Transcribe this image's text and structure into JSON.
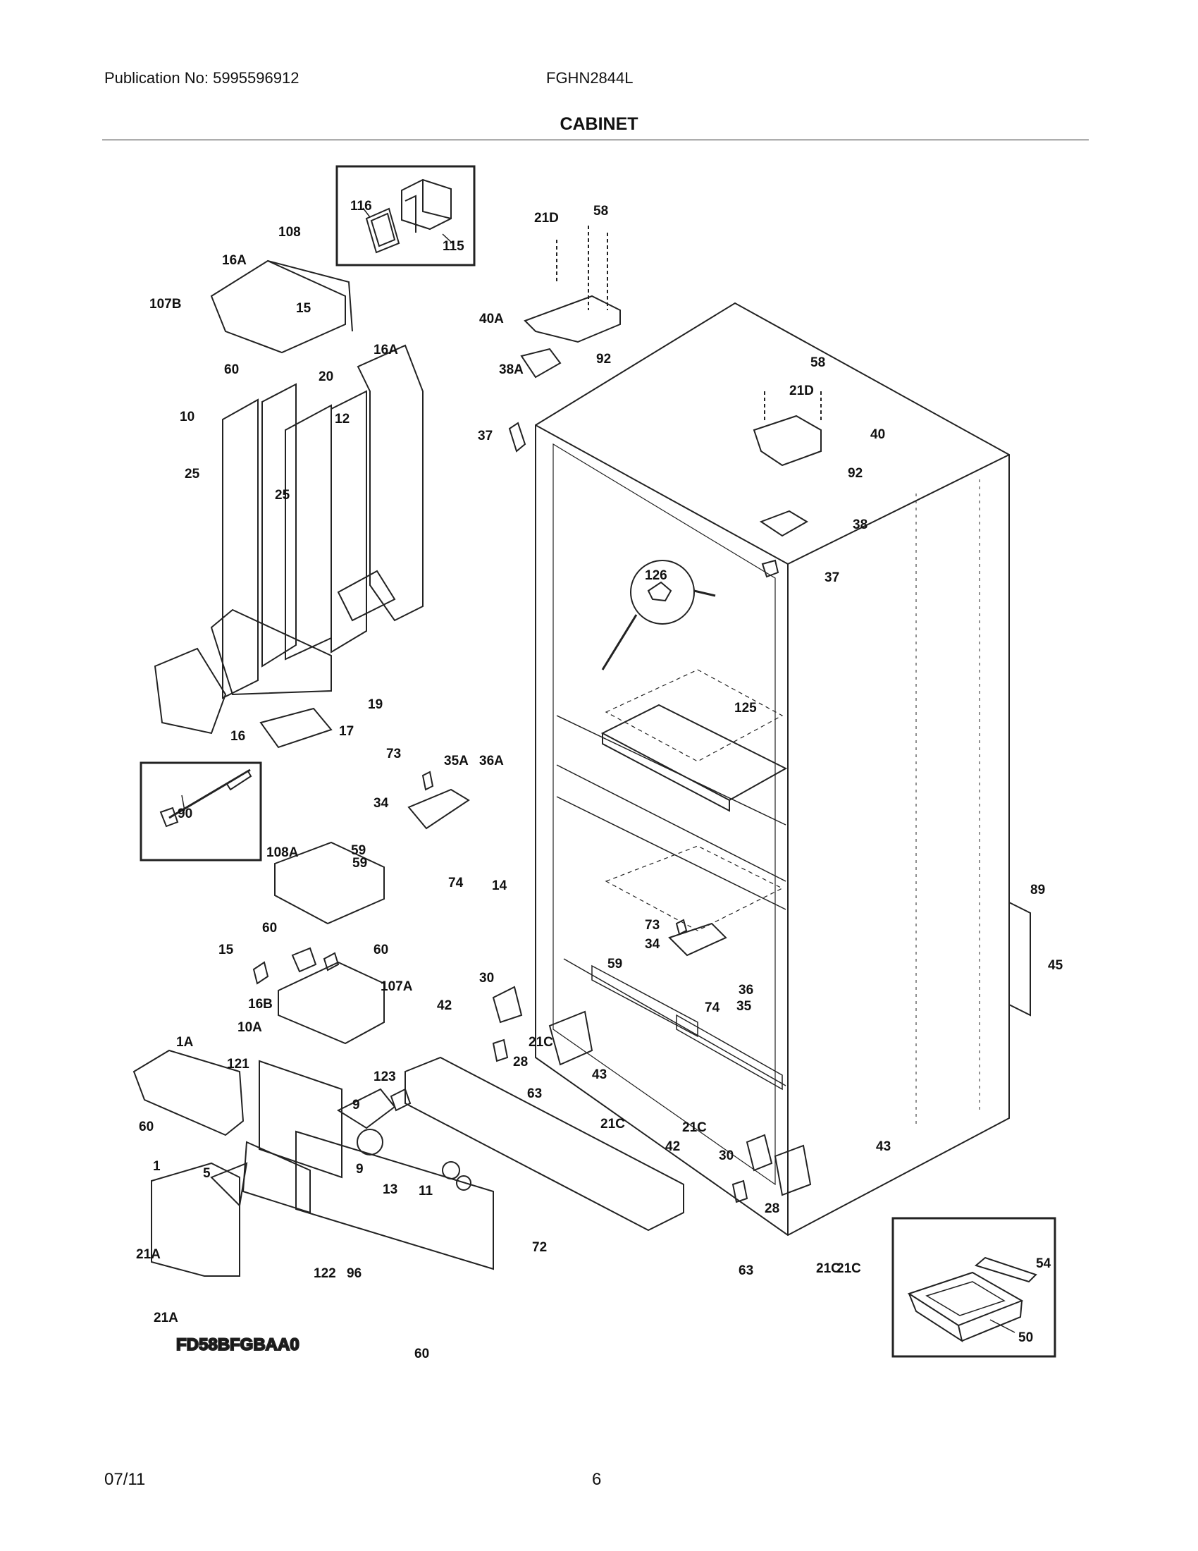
{
  "header": {
    "publication": "Publication No: 5995596912",
    "model": "FGHN2844L",
    "section_title": "CABINET"
  },
  "diagram": {
    "code": "FD58BFGBAA0",
    "part_labels": [
      "116",
      "115",
      "108",
      "16A",
      "107B",
      "15",
      "16A",
      "60",
      "20",
      "12",
      "10",
      "25",
      "25",
      "19",
      "16",
      "17",
      "21D",
      "58",
      "40A",
      "92",
      "38A",
      "37",
      "58",
      "21D",
      "40",
      "92",
      "38",
      "37",
      "126",
      "125",
      "73",
      "35A",
      "36A",
      "34",
      "59",
      "74",
      "14",
      "90",
      "108A",
      "59",
      "60",
      "15",
      "60",
      "16B",
      "107A",
      "89",
      "45",
      "73",
      "34",
      "59",
      "36",
      "74",
      "35",
      "30",
      "42",
      "21C",
      "28",
      "63",
      "43",
      "21C",
      "10A",
      "1A",
      "121",
      "123",
      "9",
      "60",
      "9",
      "13",
      "11",
      "1",
      "5",
      "72",
      "21C",
      "42",
      "30",
      "43",
      "28",
      "21C",
      "63",
      "21C",
      "21A",
      "122",
      "96",
      "21A",
      "60",
      "54",
      "50"
    ]
  },
  "footer": {
    "date": "07/11",
    "page": "6"
  }
}
